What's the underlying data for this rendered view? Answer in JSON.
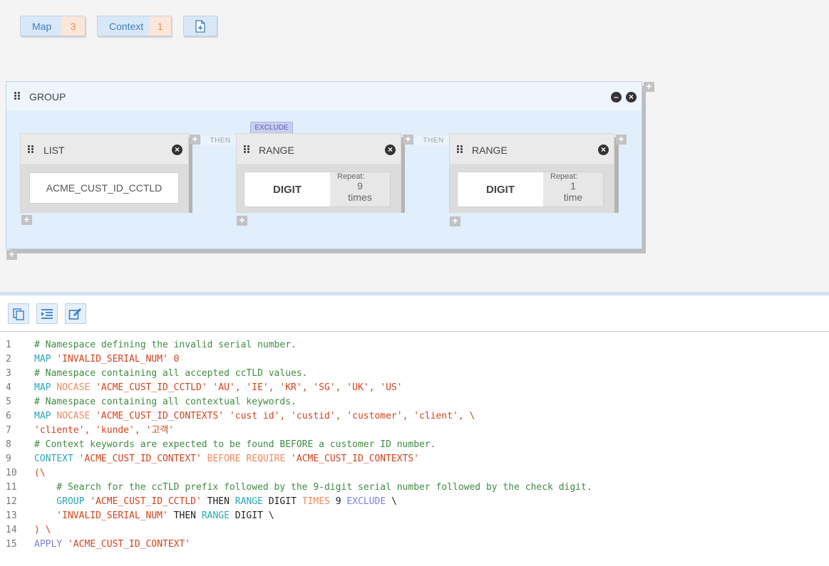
{
  "tabs": {
    "map": {
      "label": "Map",
      "count": "3"
    },
    "context": {
      "label": "Context",
      "count": "1"
    },
    "add_icon": "document-plus-icon"
  },
  "group": {
    "title": "GROUP",
    "minimize_icon": "minus-circle-icon",
    "close_icon": "close-circle-icon",
    "then_label_1": "THEN",
    "then_label_2": "THEN",
    "exclude_label": "EXCLUDE",
    "cards": [
      {
        "title": "LIST",
        "value": "ACME_CUST_ID_CCTLD"
      },
      {
        "title": "RANGE",
        "type": "DIGIT",
        "repeat_label": "Repeat:",
        "repeat_count": "9",
        "repeat_unit": "times"
      },
      {
        "title": "RANGE",
        "type": "DIGIT",
        "repeat_label": "Repeat:",
        "repeat_count": "1",
        "repeat_unit": "time"
      }
    ]
  },
  "toolbar": {
    "copy_icon": "copy-icon",
    "indent_icon": "indent-icon",
    "edit_icon": "edit-icon"
  },
  "colors": {
    "comment": "#3f8c43",
    "keyword": "#27a8b8",
    "string": "#d4421c",
    "modifier": "#f08a5d",
    "exclude": "#7a7fe0",
    "accent": "#3d7fc1"
  },
  "code_lines": [
    [
      {
        "t": "# Namespace defining the invalid serial number.",
        "c": "cm"
      }
    ],
    [
      {
        "t": "MAP ",
        "c": "kw"
      },
      {
        "t": "'INVALID_SERIAL_NUM' 0",
        "c": "str"
      }
    ],
    [
      {
        "t": "# Namespace containing all accepted ccTLD values.",
        "c": "cm"
      }
    ],
    [
      {
        "t": "MAP ",
        "c": "kw"
      },
      {
        "t": "NOCASE ",
        "c": "mod"
      },
      {
        "t": "'ACME_CUST_ID_CCTLD' 'AU', 'IE', 'KR', 'SG', 'UK', 'US'",
        "c": "str"
      }
    ],
    [
      {
        "t": "# Namespace containing all contextual keywords.",
        "c": "cm"
      }
    ],
    [
      {
        "t": "MAP ",
        "c": "kw"
      },
      {
        "t": "NOCASE ",
        "c": "mod"
      },
      {
        "t": "'ACME_CUST_ID_CONTEXTS' 'cust id', 'custid', 'customer', 'client', \\",
        "c": "str"
      }
    ],
    [
      {
        "t": "'cliente', 'kunde', '고객'",
        "c": "str"
      }
    ],
    [
      {
        "t": "# Context keywords are expected to be found BEFORE a customer ID number.",
        "c": "cm"
      }
    ],
    [
      {
        "t": "CONTEXT ",
        "c": "kw"
      },
      {
        "t": "'ACME_CUST_ID_CONTEXT' ",
        "c": "str"
      },
      {
        "t": "BEFORE REQUIRE ",
        "c": "mod"
      },
      {
        "t": "'ACME_CUST_ID_CONTEXTS'",
        "c": "str"
      }
    ],
    [
      {
        "t": "(\\",
        "c": "str"
      }
    ],
    [
      {
        "t": "    # Search for the ccTLD prefix followed by the 9-digit serial number followed by the check digit.",
        "c": "cm"
      }
    ],
    [
      {
        "t": "    GROUP ",
        "c": "kw"
      },
      {
        "t": "'ACME_CUST_ID_CCTLD' ",
        "c": "str"
      },
      {
        "t": "THEN ",
        "c": "txt"
      },
      {
        "t": "RANGE ",
        "c": "kw"
      },
      {
        "t": "DIGIT ",
        "c": "txt"
      },
      {
        "t": "TIMES ",
        "c": "mod"
      },
      {
        "t": "9 ",
        "c": "txt"
      },
      {
        "t": "EXCLUDE ",
        "c": "ex"
      },
      {
        "t": "\\",
        "c": "txt"
      }
    ],
    [
      {
        "t": "    'INVALID_SERIAL_NUM' ",
        "c": "str"
      },
      {
        "t": "THEN ",
        "c": "txt"
      },
      {
        "t": "RANGE ",
        "c": "kw"
      },
      {
        "t": "DIGIT \\",
        "c": "txt"
      }
    ],
    [
      {
        "t": ") \\",
        "c": "str"
      }
    ],
    [
      {
        "t": "APPLY ",
        "c": "ex"
      },
      {
        "t": "'ACME_CUST_ID_CONTEXT'",
        "c": "str"
      }
    ]
  ]
}
